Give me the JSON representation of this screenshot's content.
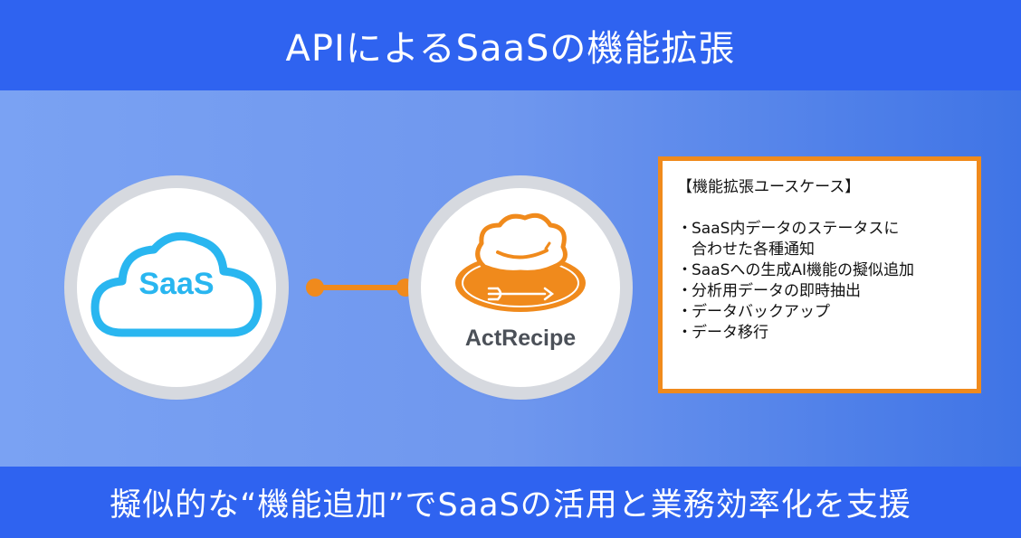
{
  "header": {
    "title": "APIによるSaaSの機能拡張"
  },
  "saas": {
    "label": "SaaS"
  },
  "actrecipe": {
    "label": "ActRecipe"
  },
  "usecases": {
    "title": "【機能拡張ユースケース】",
    "bullet": "・",
    "items": [
      "SaaS内データのステータスに\n合わせた各種通知",
      "SaaSへの生成AI機能の擬似追加",
      "分析用データの即時抽出",
      "データバックアップ",
      "データ移行"
    ]
  },
  "footer": {
    "tagline": "擬似的な“機能追加”でSaaSの活用と業務効率化を支援"
  },
  "colors": {
    "header_bg": "#2f63f0",
    "saas_blue": "#29b6f0",
    "accent_orange": "#f08a1c",
    "logo_text": "#4b5058"
  },
  "icons": [
    "cloud-icon",
    "chef-hat-icon",
    "fork-icon",
    "connector-link"
  ]
}
